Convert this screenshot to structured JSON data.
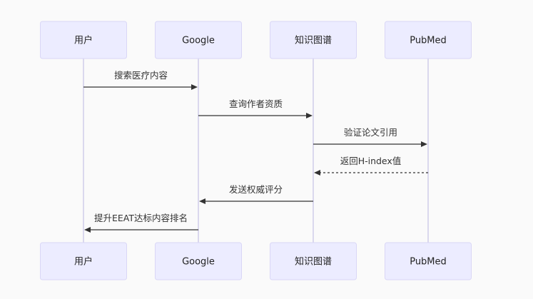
{
  "diagram": {
    "type": "sequence",
    "participants": [
      {
        "id": "user",
        "label": "用户"
      },
      {
        "id": "google",
        "label": "Google"
      },
      {
        "id": "kg",
        "label": "知识图谱"
      },
      {
        "id": "pubmed",
        "label": "PubMed"
      }
    ],
    "messages": [
      {
        "from": "user",
        "to": "google",
        "label": "搜索医疗内容",
        "style": "solid"
      },
      {
        "from": "google",
        "to": "kg",
        "label": "查询作者资质",
        "style": "solid"
      },
      {
        "from": "kg",
        "to": "pubmed",
        "label": "验证论文引用",
        "style": "solid"
      },
      {
        "from": "pubmed",
        "to": "kg",
        "label": "返回H-index值",
        "style": "dotted"
      },
      {
        "from": "kg",
        "to": "google",
        "label": "发送权威评分",
        "style": "solid"
      },
      {
        "from": "google",
        "to": "user",
        "label": "提升EEAT达标内容排名",
        "style": "solid"
      }
    ]
  },
  "colors": {
    "background": "#fafafa",
    "actor_fill": "#ececff",
    "actor_border": "#d9d6f6",
    "lifeline": "#cfcce9",
    "arrow": "#333333",
    "text": "#222222"
  }
}
